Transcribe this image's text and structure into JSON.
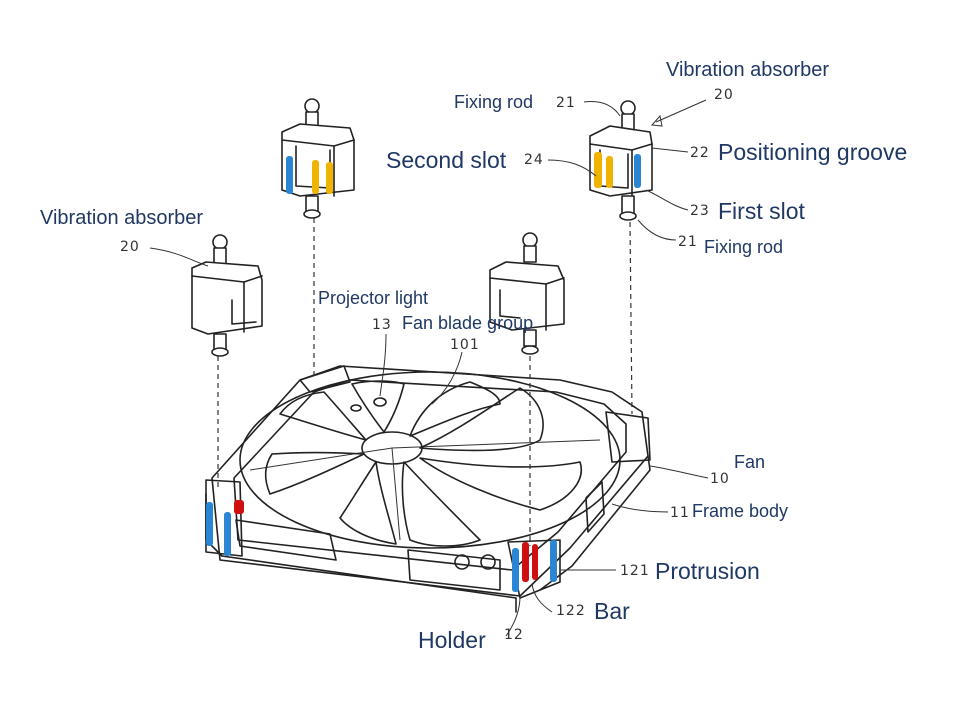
{
  "colors": {
    "label_text": "#1f3864",
    "number_text": "#333333",
    "positioning_groove": "#2a86d4",
    "second_slot": "#f0b400",
    "bar": "#d01010"
  },
  "labels": {
    "vibration_absorber_right": "Vibration absorber",
    "vibration_absorber_left": "Vibration absorber",
    "fixing_rod_top": "Fixing rod",
    "fixing_rod_bottom": "Fixing rod",
    "second_slot": "Second slot",
    "positioning_groove": "Positioning groove",
    "first_slot": "First slot",
    "projector_light": "Projector light",
    "fan_blade_group": "Fan blade group",
    "fan": "Fan",
    "frame_body": "Frame body",
    "protrusion": "Protrusion",
    "bar": "Bar",
    "holder": "Holder"
  },
  "numbers": {
    "n20_right": "20",
    "n20_left": "20",
    "n21_top": "21",
    "n21_bottom": "21",
    "n22": "22",
    "n23": "23",
    "n24": "24",
    "n13": "13",
    "n101": "101",
    "n10": "10",
    "n11": "11",
    "n121": "121",
    "n122": "122",
    "n12": "12"
  }
}
